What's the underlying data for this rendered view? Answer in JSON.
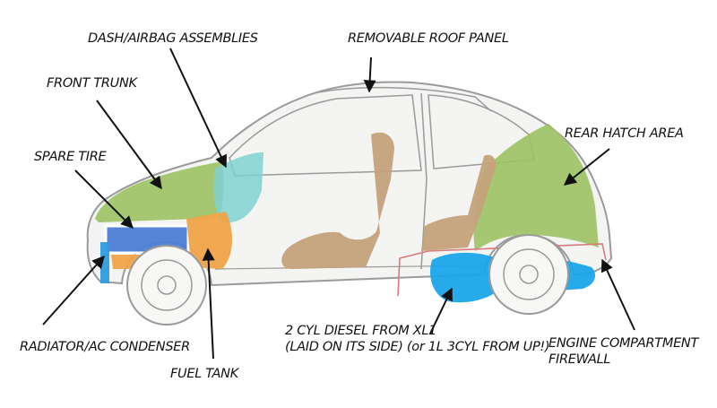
{
  "labels": {
    "dash_airbag": "DASH/AIRBAG ASSEMBLIES",
    "roof_panel": "REMOVABLE ROOF PANEL",
    "front_trunk": "FRONT TRUNK",
    "rear_hatch": "REAR HATCH AREA",
    "spare_tire": "SPARE TIRE",
    "radiator": "RADIATOR/AC CONDENSER",
    "fuel_tank": "FUEL TANK",
    "engine_line1": "2 CYL DIESEL FROM XL1",
    "engine_line2": "(LAID ON ITS SIDE) (or 1L 3CYL FROM UP!)",
    "firewall_line1": "ENGINE COMPARTMENT",
    "firewall_line2": "FIREWALL"
  },
  "colors": {
    "front_trunk": "#9cc263",
    "rear_hatch": "#9cc263",
    "dash_airbag": "#7fd1d1",
    "spare_tire": "#4d7ed6",
    "fuel_tank": "#f0a448",
    "engine": "#1aa5ea",
    "radiator": "#2e9be0",
    "seats": "#c4a27b",
    "firewall": "#d77b7b",
    "outline": "#9a9a9a",
    "body_fill": "#f4f4f2"
  }
}
